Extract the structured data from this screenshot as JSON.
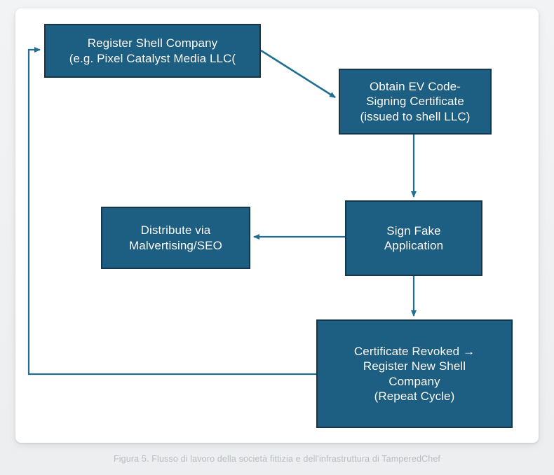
{
  "figure": {
    "caption": "Figura 5. Flusso di lavoro della società fittizia e dell'infrastruttura di TamperedChef",
    "colors": {
      "node_fill": "#1c5f82",
      "node_border": "#17364a",
      "node_text": "#ffffff",
      "connector": "#1f6f92",
      "card_background": "#ffffff",
      "page_background": "#eff0f2",
      "caption_text": "#b9bcc2"
    }
  },
  "diagram": {
    "type": "flowchart",
    "nodes": [
      {
        "id": "register-shell",
        "label": "Register Shell Company\n(e.g. Pixel Catalyst Media LLC("
      },
      {
        "id": "obtain-cert",
        "label": "Obtain EV Code-\nSigning Certificate\n(issued to shell LLC)"
      },
      {
        "id": "distribute",
        "label": "Distribute via\nMalvertising/SEO"
      },
      {
        "id": "sign-fake",
        "label": "Sign Fake\nApplication"
      },
      {
        "id": "revoked",
        "label": "Certificate Revoked →\nRegister New Shell\nCompany\n(Repeat Cycle)"
      }
    ],
    "edges": [
      {
        "id": "edge-register-to-cert",
        "from": "register-shell",
        "to": "obtain-cert",
        "style": "diagonal-arrow"
      },
      {
        "id": "edge-cert-to-sign",
        "from": "obtain-cert",
        "to": "sign-fake",
        "style": "vertical-arrow"
      },
      {
        "id": "edge-sign-to-distribute",
        "from": "sign-fake",
        "to": "distribute",
        "style": "horizontal-arrow-left"
      },
      {
        "id": "edge-sign-to-revoked",
        "from": "sign-fake",
        "to": "revoked",
        "style": "vertical-arrow"
      },
      {
        "id": "edge-revoked-to-register",
        "from": "revoked",
        "to": "register-shell",
        "style": "feedback-loop-arrow"
      }
    ]
  }
}
